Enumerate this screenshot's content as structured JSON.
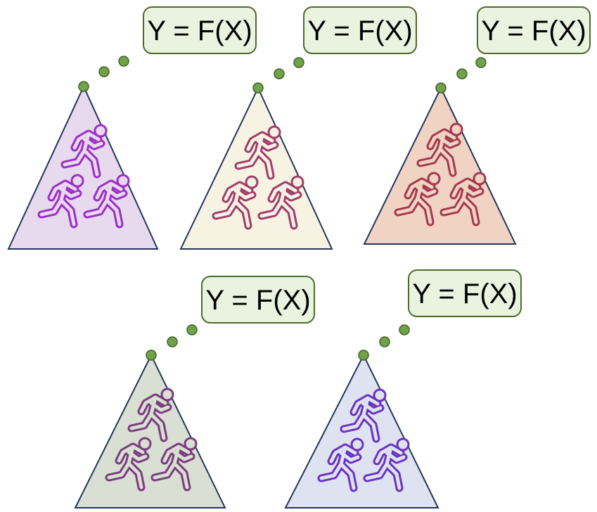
{
  "colors": {
    "label_fill": "#eaf3df",
    "label_stroke": "#4f6b2a",
    "dot_fill": "#71a24b",
    "dot_stroke": "#3d6426",
    "triangle_stroke": "#23365d"
  },
  "groups": [
    {
      "label": "Y = F(X)",
      "triangle_fill": "#e7d9ee",
      "runner_color": "#9d2fc7",
      "runner_icon": "runner-icon"
    },
    {
      "label": "Y = F(X)",
      "triangle_fill": "#f7f3e3",
      "runner_color": "#a13d6c",
      "runner_icon": "runner-icon"
    },
    {
      "label": "Y = F(X)",
      "triangle_fill": "#f0d3c2",
      "runner_color": "#a33a4f",
      "runner_icon": "runner-icon"
    },
    {
      "label": "Y = F(X)",
      "triangle_fill": "#d9dfd2",
      "runner_color": "#7a3e7f",
      "runner_icon": "runner-icon"
    },
    {
      "label": "Y = F(X)",
      "triangle_fill": "#dfe3f1",
      "runner_color": "#6a34c2",
      "runner_icon": "runner-icon"
    }
  ]
}
